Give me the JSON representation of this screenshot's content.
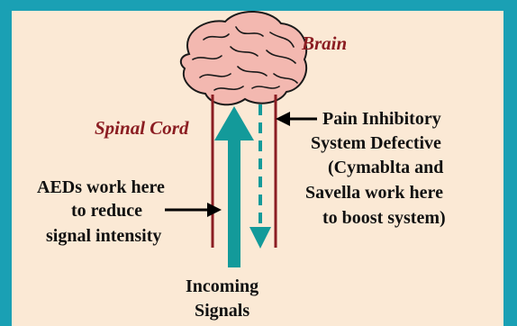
{
  "labels": {
    "brain": "Brain",
    "spinal_cord": "Spinal Cord",
    "pain_inhibitory": [
      "Pain Inhibitory",
      "System Defective",
      "(Cymablta and",
      "Savella work here",
      "to boost system)"
    ],
    "aeds": [
      "AEDs work here",
      "to reduce",
      "signal intensity"
    ],
    "incoming": [
      "Incoming",
      "Signals"
    ]
  },
  "colors": {
    "frame": "#1aa0b4",
    "background": "#fbe9d5",
    "cord": "#8b1d22",
    "signal": "#139a9a",
    "brain_fill": "#f3b8b0",
    "brain_outline": "#1a1a1a",
    "text_red": "#8b1d22"
  },
  "icons": [
    "brain-icon"
  ]
}
